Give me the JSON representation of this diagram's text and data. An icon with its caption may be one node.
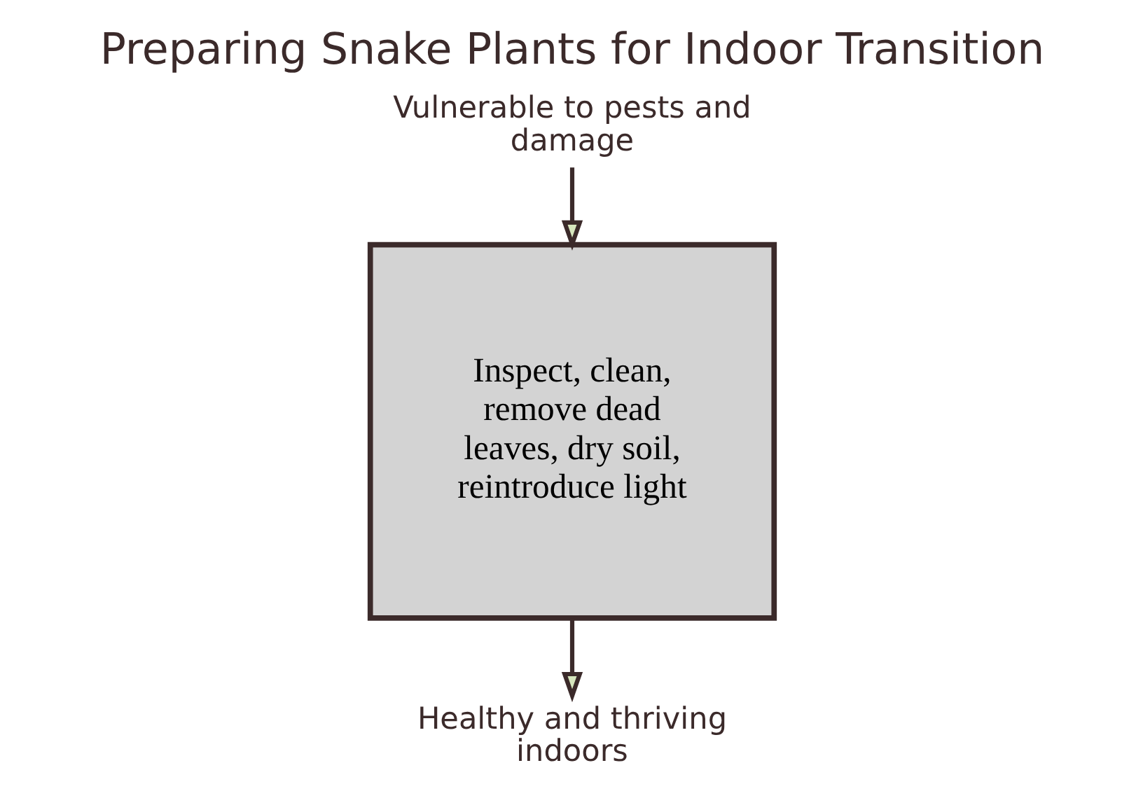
{
  "diagram": {
    "title": "Preparing Snake Plants for Indoor Transition",
    "nodes": [
      {
        "text": [
          "Vulnerable to pests and damage"
        ]
      },
      {
        "text": [
          "Inspect, clean, remove dead leaves, dry soil, reintroduce light"
        ]
      },
      {
        "text": [
          "Healthy and thriving indoors"
        ]
      }
    ],
    "edges": [
      {
        "from": 0,
        "to": 1,
        "arrow": "to"
      },
      {
        "from": 1,
        "to": 2,
        "arrow": "to"
      }
    ]
  }
}
